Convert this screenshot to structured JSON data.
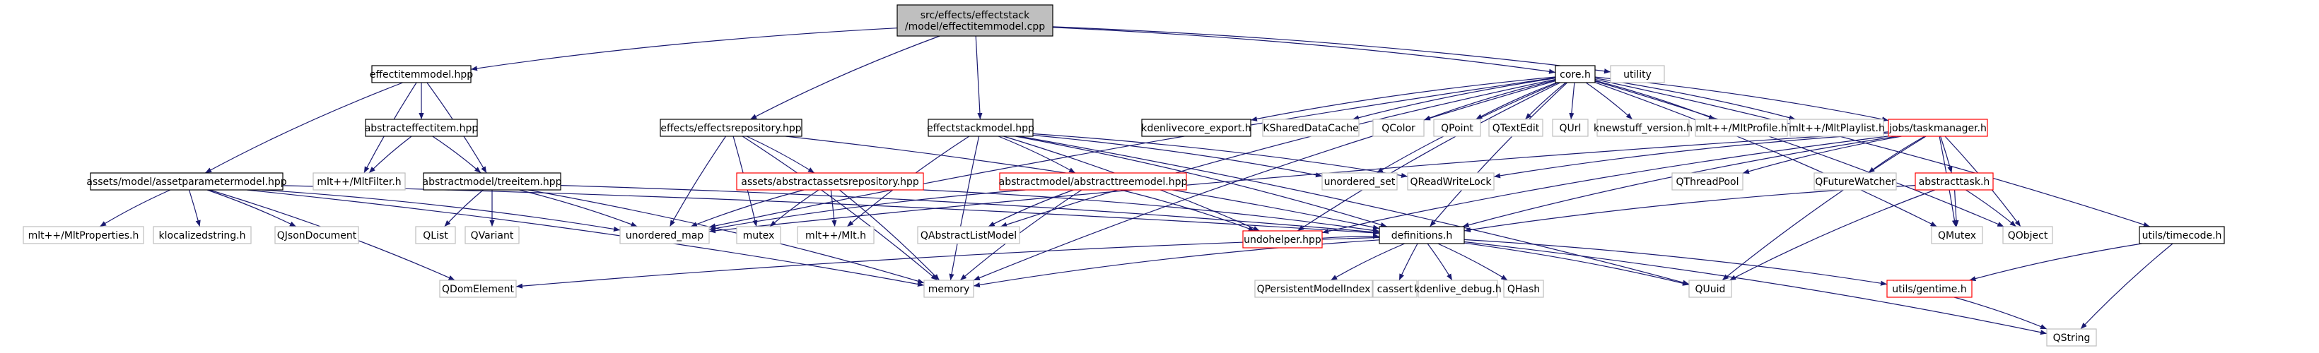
{
  "graph": {
    "root": "src/effects/effectstack/model/effectitemmodel.cpp",
    "nodes": [
      {
        "id": "root",
        "lines": [
          "src/effects/effectstack",
          "/model/effectitemmodel.cpp"
        ],
        "kind": "root"
      },
      {
        "id": "eim",
        "lines": [
          "effectitemmodel.hpp"
        ],
        "kind": "doc"
      },
      {
        "id": "er",
        "lines": [
          "effects/effectsrepository.hpp"
        ],
        "kind": "doc"
      },
      {
        "id": "esm",
        "lines": [
          "effectstackmodel.hpp"
        ],
        "kind": "doc"
      },
      {
        "id": "core",
        "lines": [
          "core.h"
        ],
        "kind": "doc"
      },
      {
        "id": "util",
        "lines": [
          "utility"
        ],
        "kind": "ext"
      },
      {
        "id": "aei",
        "lines": [
          "abstracteffectitem.hpp"
        ],
        "kind": "doc"
      },
      {
        "id": "apm",
        "lines": [
          "assets/model/assetparametermodel.hpp"
        ],
        "kind": "doc"
      },
      {
        "id": "mltflt",
        "lines": [
          "mlt++/MltFilter.h"
        ],
        "kind": "ext"
      },
      {
        "id": "ati",
        "lines": [
          "abstractmodel/treeitem.hpp"
        ],
        "kind": "doc"
      },
      {
        "id": "aar",
        "lines": [
          "assets/abstractassetsrepository.hpp"
        ],
        "kind": "red"
      },
      {
        "id": "atm",
        "lines": [
          "abstractmodel/abstracttreemodel.hpp"
        ],
        "kind": "red"
      },
      {
        "id": "kdexp",
        "lines": [
          "kdenlivecore_export.h"
        ],
        "kind": "doc"
      },
      {
        "id": "ksdc",
        "lines": [
          "KSharedDataCache"
        ],
        "kind": "ext"
      },
      {
        "id": "qcolor",
        "lines": [
          "QColor"
        ],
        "kind": "ext"
      },
      {
        "id": "qpoint",
        "lines": [
          "QPoint"
        ],
        "kind": "ext"
      },
      {
        "id": "qtedit",
        "lines": [
          "QTextEdit"
        ],
        "kind": "ext"
      },
      {
        "id": "qurl",
        "lines": [
          "QUrl"
        ],
        "kind": "ext"
      },
      {
        "id": "knsv",
        "lines": [
          "knewstuff_version.h"
        ],
        "kind": "ext"
      },
      {
        "id": "mltprof",
        "lines": [
          "mlt++/MltProfile.h"
        ],
        "kind": "ext"
      },
      {
        "id": "mltpl",
        "lines": [
          "mlt++/MltPlaylist.h"
        ],
        "kind": "ext"
      },
      {
        "id": "jtm",
        "lines": [
          "jobs/taskmanager.h"
        ],
        "kind": "red"
      },
      {
        "id": "uset",
        "lines": [
          "unordered_set"
        ],
        "kind": "ext"
      },
      {
        "id": "qrwl",
        "lines": [
          "QReadWriteLock"
        ],
        "kind": "ext"
      },
      {
        "id": "qtp",
        "lines": [
          "QThreadPool"
        ],
        "kind": "ext"
      },
      {
        "id": "qfw",
        "lines": [
          "QFutureWatcher"
        ],
        "kind": "ext"
      },
      {
        "id": "atask",
        "lines": [
          "abstracttask.h"
        ],
        "kind": "red"
      },
      {
        "id": "utc",
        "lines": [
          "utils/timecode.h"
        ],
        "kind": "doc"
      },
      {
        "id": "mltprop",
        "lines": [
          "mlt++/MltProperties.h"
        ],
        "kind": "ext"
      },
      {
        "id": "kloc",
        "lines": [
          "klocalizedstring.h"
        ],
        "kind": "ext"
      },
      {
        "id": "qjson",
        "lines": [
          "QJsonDocument"
        ],
        "kind": "ext"
      },
      {
        "id": "qlist",
        "lines": [
          "QList"
        ],
        "kind": "ext"
      },
      {
        "id": "qvar",
        "lines": [
          "QVariant"
        ],
        "kind": "ext"
      },
      {
        "id": "umap",
        "lines": [
          "unordered_map"
        ],
        "kind": "ext"
      },
      {
        "id": "mutex",
        "lines": [
          "mutex"
        ],
        "kind": "ext"
      },
      {
        "id": "mlth",
        "lines": [
          "mlt++/Mlt.h"
        ],
        "kind": "ext"
      },
      {
        "id": "qalm",
        "lines": [
          "QAbstractListModel"
        ],
        "kind": "ext"
      },
      {
        "id": "undo",
        "lines": [
          "undohelper.hpp"
        ],
        "kind": "red"
      },
      {
        "id": "defs",
        "lines": [
          "definitions.h"
        ],
        "kind": "doc"
      },
      {
        "id": "qmutex",
        "lines": [
          "QMutex"
        ],
        "kind": "ext"
      },
      {
        "id": "qobj",
        "lines": [
          "QObject"
        ],
        "kind": "ext"
      },
      {
        "id": "qdom",
        "lines": [
          "QDomElement"
        ],
        "kind": "ext"
      },
      {
        "id": "memory",
        "lines": [
          "memory"
        ],
        "kind": "ext"
      },
      {
        "id": "qpmi",
        "lines": [
          "QPersistentModelIndex"
        ],
        "kind": "ext"
      },
      {
        "id": "cassert",
        "lines": [
          "cassert"
        ],
        "kind": "ext"
      },
      {
        "id": "kdbg",
        "lines": [
          "kdenlive_debug.h"
        ],
        "kind": "ext"
      },
      {
        "id": "qhash",
        "lines": [
          "QHash"
        ],
        "kind": "ext"
      },
      {
        "id": "quuid",
        "lines": [
          "QUuid"
        ],
        "kind": "ext"
      },
      {
        "id": "ugen",
        "lines": [
          "utils/gentime.h"
        ],
        "kind": "red"
      },
      {
        "id": "qstring",
        "lines": [
          "QString"
        ],
        "kind": "ext"
      }
    ],
    "edges": [
      [
        "root",
        "eim"
      ],
      [
        "root",
        "er"
      ],
      [
        "root",
        "esm"
      ],
      [
        "root",
        "core"
      ],
      [
        "root",
        "util"
      ],
      [
        "eim",
        "aei"
      ],
      [
        "eim",
        "apm"
      ],
      [
        "eim",
        "mltflt"
      ],
      [
        "eim",
        "ati"
      ],
      [
        "aei",
        "mltflt"
      ],
      [
        "aei",
        "ati"
      ],
      [
        "er",
        "aar"
      ],
      [
        "er",
        "umap"
      ],
      [
        "er",
        "mutex"
      ],
      [
        "er",
        "memory"
      ],
      [
        "er",
        "defs"
      ],
      [
        "esm",
        "atm"
      ],
      [
        "esm",
        "mlth"
      ],
      [
        "esm",
        "memory"
      ],
      [
        "esm",
        "uset"
      ],
      [
        "esm",
        "qrwl"
      ],
      [
        "esm",
        "undo"
      ],
      [
        "esm",
        "defs"
      ],
      [
        "esm",
        "quuid"
      ],
      [
        "core",
        "kdexp"
      ],
      [
        "core",
        "ksdc"
      ],
      [
        "core",
        "qcolor"
      ],
      [
        "core",
        "qpoint"
      ],
      [
        "core",
        "qtedit"
      ],
      [
        "core",
        "qurl"
      ],
      [
        "core",
        "knsv"
      ],
      [
        "core",
        "mltprof"
      ],
      [
        "core",
        "mltpl"
      ],
      [
        "core",
        "jtm"
      ],
      [
        "core",
        "utc"
      ],
      [
        "core",
        "qobj"
      ],
      [
        "core",
        "memory"
      ],
      [
        "core",
        "undo"
      ],
      [
        "core",
        "umap"
      ],
      [
        "core",
        "defs"
      ],
      [
        "core",
        "qmutex"
      ],
      [
        "core",
        "qalm"
      ],
      [
        "core",
        "uset"
      ],
      [
        "jtm",
        "qrwl"
      ],
      [
        "jtm",
        "qtp"
      ],
      [
        "jtm",
        "qfw"
      ],
      [
        "jtm",
        "atask"
      ],
      [
        "jtm",
        "qmutex"
      ],
      [
        "jtm",
        "qobj"
      ],
      [
        "jtm",
        "quuid"
      ],
      [
        "jtm",
        "umap"
      ],
      [
        "jtm",
        "defs"
      ],
      [
        "jtm",
        "undo"
      ],
      [
        "atask",
        "qmutex"
      ],
      [
        "atask",
        "qobj"
      ],
      [
        "atask",
        "quuid"
      ],
      [
        "atask",
        "defs"
      ],
      [
        "apm",
        "mltprop"
      ],
      [
        "apm",
        "kloc"
      ],
      [
        "apm",
        "qjson"
      ],
      [
        "apm",
        "qdom"
      ],
      [
        "apm",
        "umap"
      ],
      [
        "apm",
        "memory"
      ],
      [
        "apm",
        "defs"
      ],
      [
        "ati",
        "qlist"
      ],
      [
        "ati",
        "qvar"
      ],
      [
        "ati",
        "umap"
      ],
      [
        "ati",
        "memory"
      ],
      [
        "ati",
        "defs"
      ],
      [
        "aar",
        "umap"
      ],
      [
        "aar",
        "mutex"
      ],
      [
        "aar",
        "mlth"
      ],
      [
        "aar",
        "memory"
      ],
      [
        "aar",
        "defs"
      ],
      [
        "atm",
        "umap"
      ],
      [
        "atm",
        "memory"
      ],
      [
        "atm",
        "undo"
      ],
      [
        "atm",
        "qalm"
      ],
      [
        "undo",
        "defs"
      ],
      [
        "defs",
        "qdom"
      ],
      [
        "defs",
        "memory"
      ],
      [
        "defs",
        "qpmi"
      ],
      [
        "defs",
        "cassert"
      ],
      [
        "defs",
        "kdbg"
      ],
      [
        "defs",
        "qhash"
      ],
      [
        "defs",
        "quuid"
      ],
      [
        "defs",
        "ugen"
      ],
      [
        "defs",
        "qstring"
      ],
      [
        "utc",
        "ugen"
      ],
      [
        "utc",
        "qstring"
      ],
      [
        "ugen",
        "qstring"
      ]
    ]
  },
  "colors": {
    "root_fill": "#bfbfbf",
    "doc_border": "#000000",
    "red_border": "#ff0000",
    "ext_border": "#bfbfbf",
    "edge": "#191970",
    "text": "#000000"
  }
}
